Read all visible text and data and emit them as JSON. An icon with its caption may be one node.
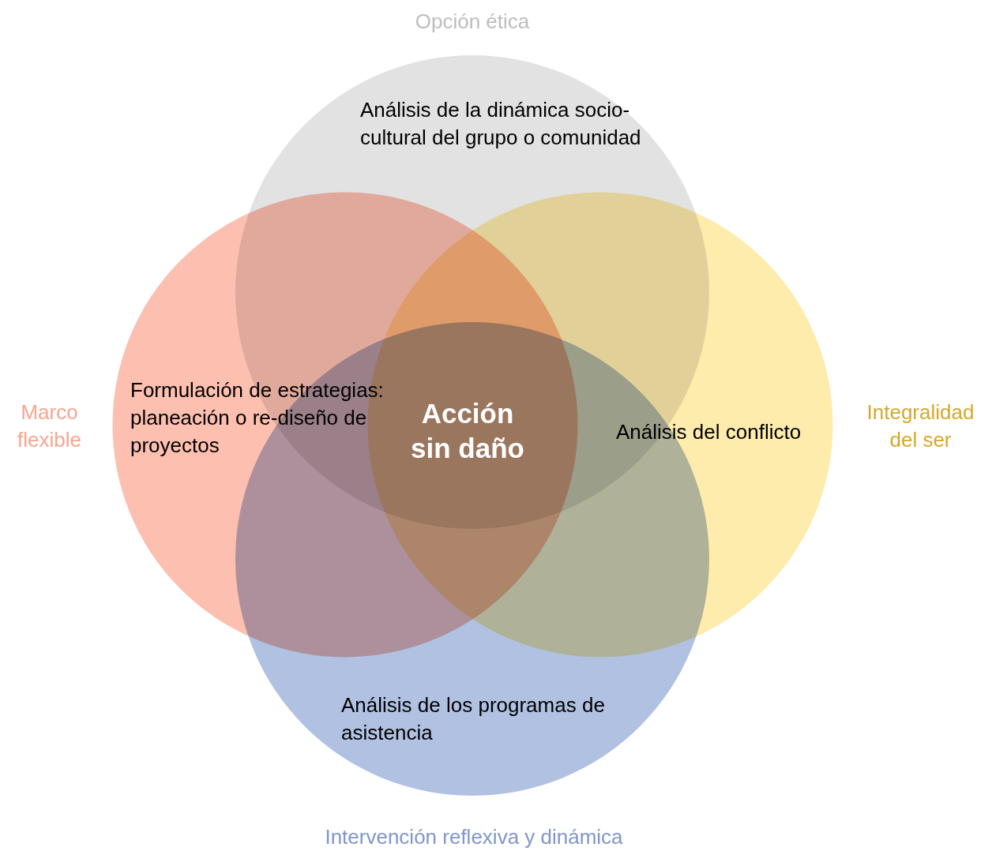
{
  "diagram": {
    "nodes": [
      {
        "text": [
          "Opción ética",
          "Análisis de la dinámica socio-cultural del grupo o comunidad"
        ]
      },
      {
        "text": [
          "Marco flexible",
          "Formulación de estrategias: planeación o re-diseño de proyectos"
        ]
      },
      {
        "text": [
          "Análisis del conflicto",
          "Integralidad del ser"
        ]
      },
      {
        "text": [
          "Análisis de los programas de asistencia",
          "Intervención reflexiva y dinámica"
        ]
      }
    ],
    "edges": [],
    "labels": [
      "Acción sin daño"
    ]
  }
}
